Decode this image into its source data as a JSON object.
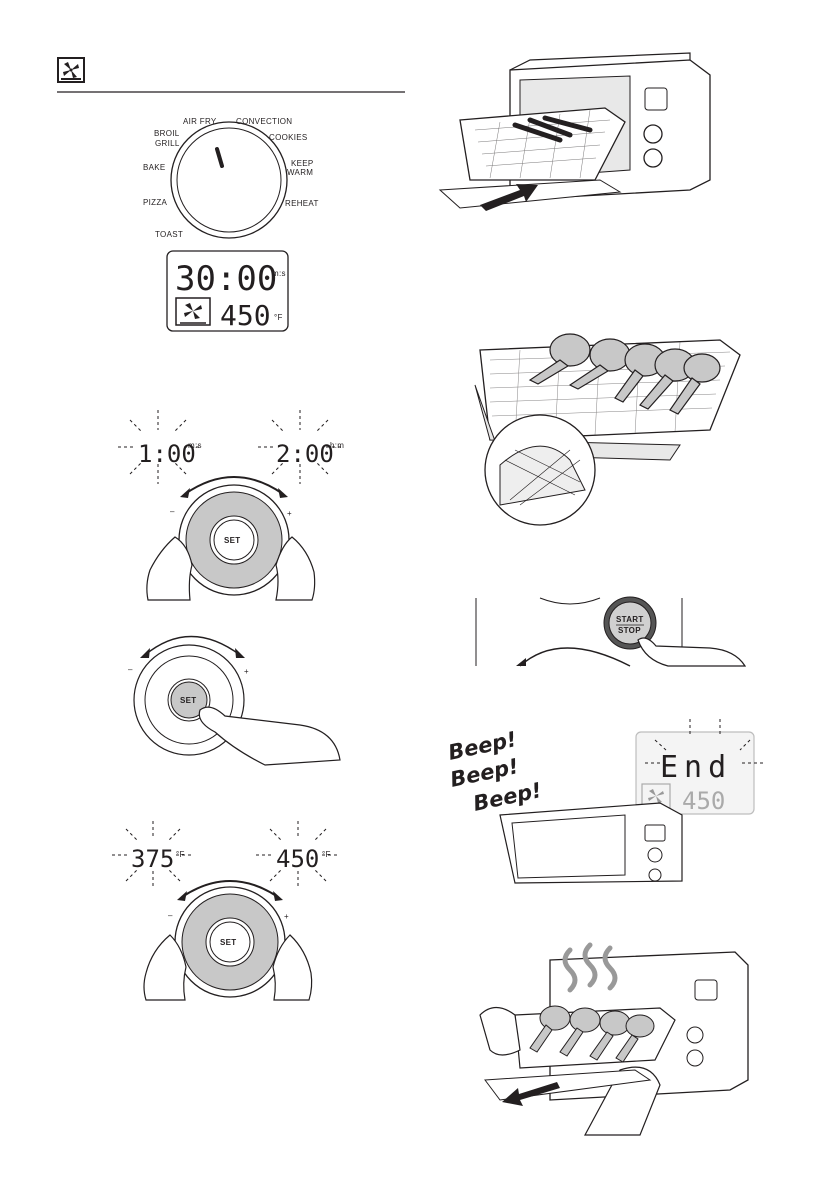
{
  "header": {
    "mode_icon": "fan-icon"
  },
  "dial": {
    "labels": {
      "air_fry": "AIR FRY",
      "convection": "CONVECTION",
      "broil_grill_1": "BROIL",
      "broil_grill_2": "GRILL",
      "cookies": "COOKIES",
      "bake": "BAKE",
      "keep_warm_1": "KEEP",
      "keep_warm_2": "WARM",
      "pizza": "PIZZA",
      "reheat": "REHEAT",
      "toast": "TOAST"
    }
  },
  "display": {
    "time": "30:00",
    "time_unit": "m:s",
    "temp": "450",
    "temp_unit": "°F"
  },
  "time_adjust": {
    "left_value": "1:00",
    "left_unit": "m:s",
    "right_value": "2:00",
    "right_unit": "h:m",
    "minus": "–",
    "plus": "+",
    "set_label": "SET"
  },
  "set_press": {
    "minus": "–",
    "plus": "+",
    "set_label": "SET"
  },
  "temp_adjust": {
    "left_value": "375",
    "left_unit": "°F",
    "right_value": "450",
    "right_unit": "°F",
    "minus": "–",
    "plus": "+",
    "set_label": "SET"
  },
  "start_stop": {
    "line1": "START",
    "line2": "STOP"
  },
  "end_screen": {
    "end_text": "End",
    "temp": "450"
  },
  "beeps": [
    "Beep!",
    "Beep!",
    "Beep!"
  ]
}
